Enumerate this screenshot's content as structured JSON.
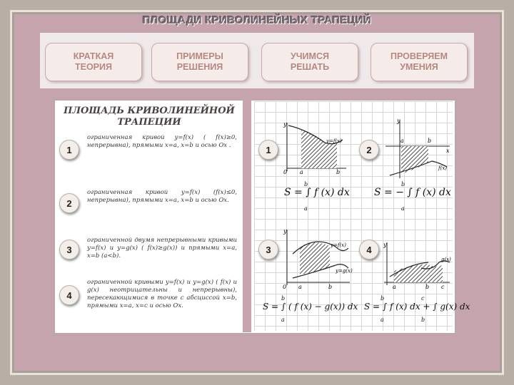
{
  "page": {
    "title": "ПЛОЩАДИ КРИВОЛИНЕЙНЫХ ТРАПЕЦИЙ"
  },
  "nav": [
    {
      "label": "КРАТКАЯ\nТЕОРИЯ"
    },
    {
      "label": "ПРИМЕРЫ\nРЕШЕНИЯ"
    },
    {
      "label": "УЧИМСЯ\nРЕШАТЬ"
    },
    {
      "label": "ПРОВЕРЯЕМ\nУМЕНИЯ"
    }
  ],
  "theory": {
    "title": "ПЛОЩАДЬ КРИВОЛИНЕЙНОЙ\nТРАПЕЦИИ",
    "items": [
      {
        "num": "1",
        "text": "ограниченная кривой y=f(x) ( f(x)≥0, непрерывна), прямыми x=a, x=b и осью Ox ."
      },
      {
        "num": "2",
        "text": "ограниченная кривой y=f(x) (f(x)≤0, непрерывна), прямыми x=a, x=b и осью Ox."
      },
      {
        "num": "3",
        "text": "ограниченной двумя непрерывными кривыми y=f(x) и y=g(x) ( f(x)≥g(x)) и прямыми x=a, x=b (a<b)."
      },
      {
        "num": "4",
        "text": "ограниченной кривыми y=f(x) и y=g(x) ( f(x) и g(x) неотрицательны и непрерывны), пересекающимися в точке с абсциссой x=b, прямыми x=a, x=c и осью Ox."
      }
    ]
  },
  "examples": [
    {
      "num": "1",
      "formula": "S = ∫ f (x) dx",
      "lower": "a",
      "upper": "b"
    },
    {
      "num": "2",
      "formula": "S = − ∫ f (x) dx",
      "lower": "a",
      "upper": "b"
    },
    {
      "num": "3",
      "formula": "S = ∫ ( f (x) − g(x)) dx",
      "lower": "a",
      "upper": "b"
    },
    {
      "num": "4",
      "formula": "S = ∫ f (x) dx + ∫ g(x) dx",
      "lower1": "a",
      "upper1": "b",
      "lower2": "b",
      "upper2": "c"
    }
  ],
  "graph_labels": {
    "y": "y",
    "x": "x",
    "zero": "0",
    "a": "a",
    "b": "b",
    "c": "c",
    "f": "f(x)",
    "fx1": "y=f(x)",
    "gx": "y=g(x)",
    "fx3": "y=f(x)",
    "gx4": "g(x)"
  }
}
